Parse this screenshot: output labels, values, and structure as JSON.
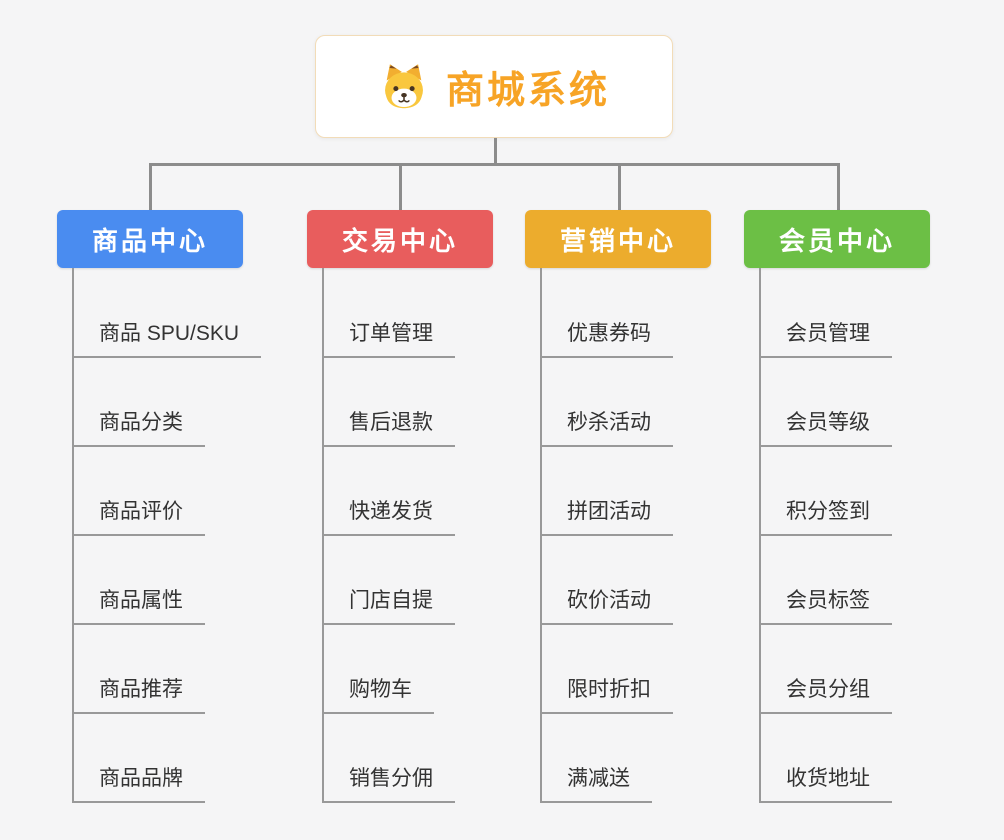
{
  "root": {
    "title": "商城系统",
    "title_color": "#f7a426",
    "icon": "dog-icon"
  },
  "connector_color": "#8c8c8c",
  "branches": [
    {
      "label": "商品中心",
      "color": "#4a8cf0",
      "children": [
        "商品 SPU/SKU",
        "商品分类",
        "商品评价",
        "商品属性",
        "商品推荐",
        "商品品牌"
      ]
    },
    {
      "label": "交易中心",
      "color": "#e85d5d",
      "children": [
        "订单管理",
        "售后退款",
        "快递发货",
        "门店自提",
        "购物车",
        "销售分佣"
      ]
    },
    {
      "label": "营销中心",
      "color": "#ecac2d",
      "children": [
        "优惠券码",
        "秒杀活动",
        "拼团活动",
        "砍价活动",
        "限时折扣",
        "满减送"
      ]
    },
    {
      "label": "会员中心",
      "color": "#6cbf45",
      "children": [
        "会员管理",
        "会员等级",
        "积分签到",
        "会员标签",
        "会员分组",
        "收货地址"
      ]
    }
  ]
}
